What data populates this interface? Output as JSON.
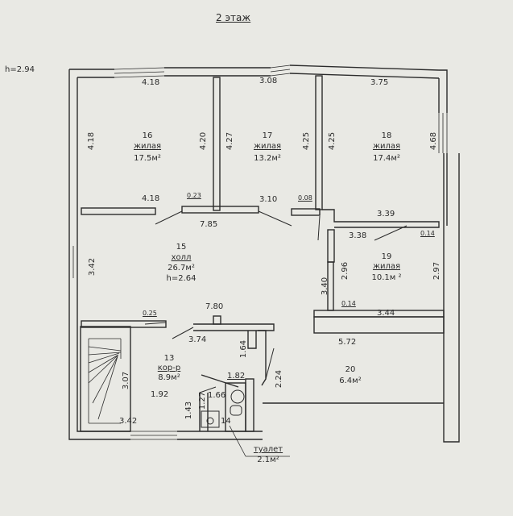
{
  "floor_title": "2 этаж",
  "height_note": "h=2.94",
  "rooms": [
    {
      "number": "16",
      "type": "жилая",
      "area": "17.5м²"
    },
    {
      "number": "17",
      "type": "жилая",
      "area": "13.2м²"
    },
    {
      "number": "18",
      "type": "жилая",
      "area": "17.4м²"
    },
    {
      "number": "15",
      "type": "холл",
      "area": "26.7м²",
      "height": "h=2.64"
    },
    {
      "number": "19",
      "type": "жилая",
      "area": "10.1м ²"
    },
    {
      "number": "13",
      "type": "кор-р",
      "area": "8.9м²"
    },
    {
      "number": "20",
      "type": "",
      "area": "6.4м²"
    },
    {
      "number": "14",
      "type": "туалет",
      "area": "2.1м²"
    }
  ],
  "dimensions": {
    "top_16": "4.18",
    "top_17": "3.08",
    "top_18": "3.75",
    "left_16": "4.18",
    "right_16": "4.20",
    "left_17": "4.27",
    "right_17": "4.25",
    "left_18": "4.25",
    "right_18": "4.68",
    "bottom_16": "4.18",
    "gap_16_17": "0.23",
    "bottom_17": "3.10",
    "gap_17_18": "0.08",
    "hall_top": "7.85",
    "bottom_18": "3.39",
    "top_19": "3.38",
    "gap_19": "0.14",
    "left_hall": "3.42",
    "left_19": "2.96",
    "right_19": "2.97",
    "mid_hall": "3.40",
    "gap_bottom_19": "0.14",
    "bottom_19": "3.44",
    "gap_stair": "0.25",
    "hall_bottom": "7.80",
    "corr_top": "3.74",
    "corr_right": "1.64",
    "room20_top": "5.72",
    "room20_left": "2.24",
    "stair_right": "3.07",
    "corr_step": "1.82",
    "corr_width": "1.92",
    "wc_top": "1.66",
    "wc_left": "1.43",
    "wc_inner": "1.27",
    "corr_bottom": "3.42"
  }
}
